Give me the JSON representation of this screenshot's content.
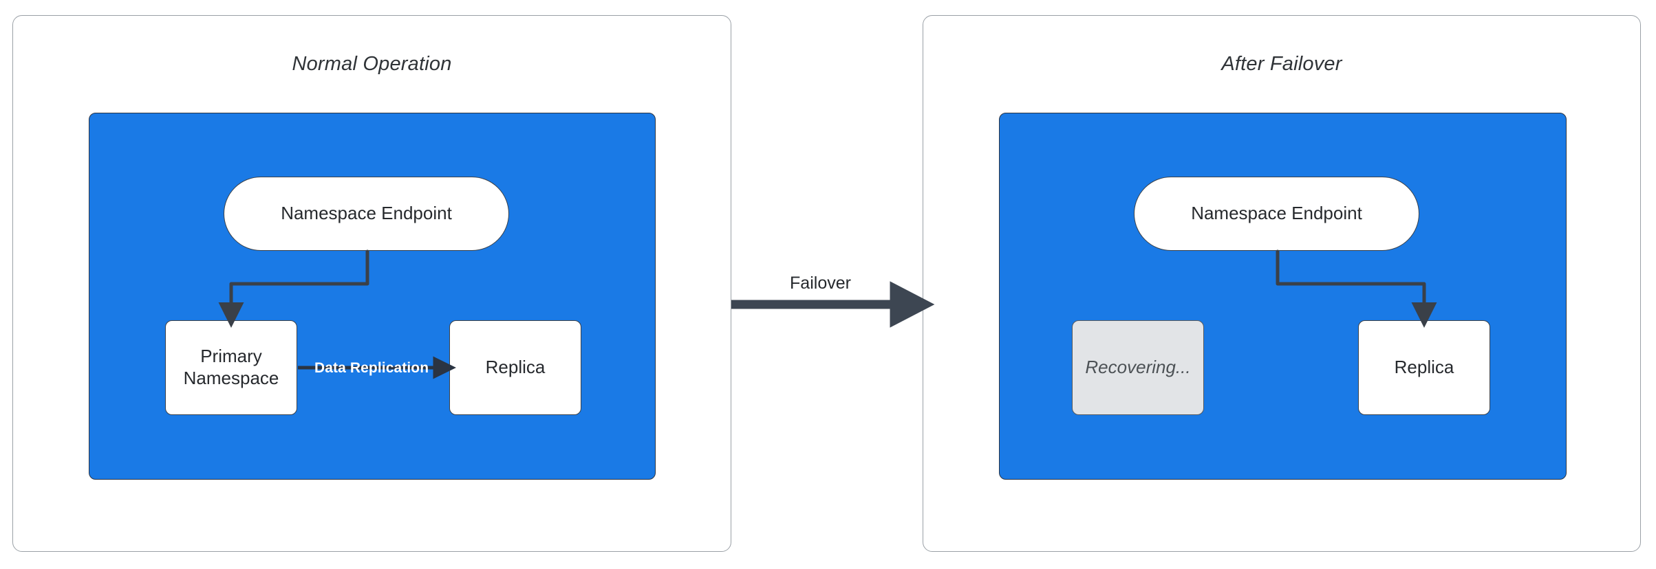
{
  "diagram": {
    "title_left": "Normal Operation",
    "title_right": "After Failover",
    "transition_label": "Failover",
    "colors": {
      "group_blue": "#1a7ae6",
      "node_white": "#ffffff",
      "node_disabled_gray": "#e2e4e7",
      "stroke_dark": "#3a4048",
      "panel_border": "#9aa0a6",
      "label_white": "#ffffff"
    },
    "panels": [
      {
        "name": "normal-operation",
        "title": "Normal Operation",
        "nodes": [
          {
            "id": "endpoint-left",
            "label": "Namespace Endpoint",
            "shape": "pill",
            "state": "active"
          },
          {
            "id": "primary-left",
            "label": "Primary\nNamespace",
            "shape": "box",
            "state": "active"
          },
          {
            "id": "replica-left",
            "label": "Replica",
            "shape": "box",
            "state": "active"
          }
        ],
        "edges": [
          {
            "from": "endpoint-left",
            "to": "primary-left",
            "label": ""
          },
          {
            "from": "primary-left",
            "to": "replica-left",
            "label": "Data Replication"
          }
        ]
      },
      {
        "name": "after-failover",
        "title": "After Failover",
        "nodes": [
          {
            "id": "endpoint-right",
            "label": "Namespace Endpoint",
            "shape": "pill",
            "state": "active"
          },
          {
            "id": "recovering-right",
            "label": "Recovering...",
            "shape": "box",
            "state": "disabled"
          },
          {
            "id": "replica-right",
            "label": "Replica",
            "shape": "box",
            "state": "active"
          }
        ],
        "edges": [
          {
            "from": "endpoint-right",
            "to": "replica-right",
            "label": ""
          }
        ]
      }
    ],
    "nodes_text": {
      "endpoint_left": "Namespace Endpoint",
      "primary_left_line1": "Primary",
      "primary_left_line2": "Namespace",
      "replica_left": "Replica",
      "endpoint_right": "Namespace Endpoint",
      "recovering_right": "Recovering...",
      "replica_right": "Replica"
    },
    "edge_labels": {
      "data_replication": "Data Replication",
      "failover": "Failover"
    }
  }
}
